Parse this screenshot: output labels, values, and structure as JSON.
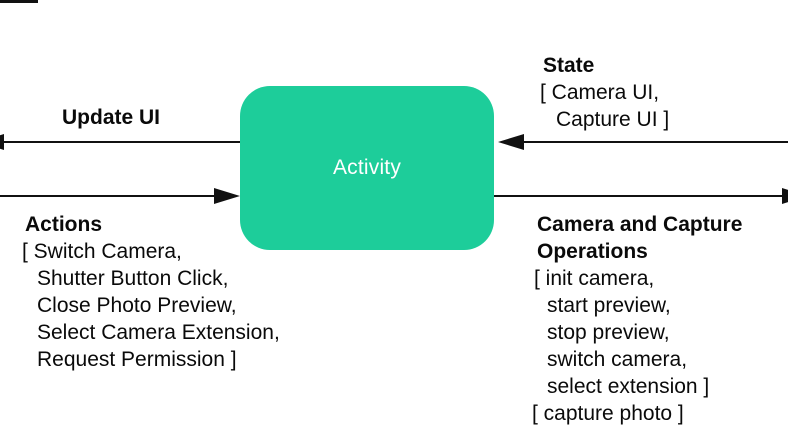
{
  "diagram": {
    "activity_box": {
      "label": "Activity",
      "fill_color": "#1dcd9a",
      "text_color": "#ffffff"
    },
    "line_color": "#111111",
    "update_ui_edge": {
      "label": "Update UI",
      "direction": "activity-to-left"
    },
    "state_edge": {
      "label": "State",
      "direction": "right-to-activity",
      "lines": [
        "[ Camera UI,",
        "Capture UI ]"
      ]
    },
    "actions_edge": {
      "label": "Actions",
      "direction": "left-to-activity",
      "lines": [
        "[ Switch Camera,",
        "Shutter Button Click,",
        "Close Photo Preview,",
        "Select Camera Extension,",
        "Request Permission ]"
      ]
    },
    "camera_ops_edge": {
      "label_line1": "Camera and Capture",
      "label_line2": "Operations",
      "direction": "activity-to-right",
      "lines": [
        "[ init camera,",
        "start preview,",
        "stop preview,",
        "switch camera,",
        "select extension ]",
        "[ capture photo ]"
      ]
    }
  }
}
